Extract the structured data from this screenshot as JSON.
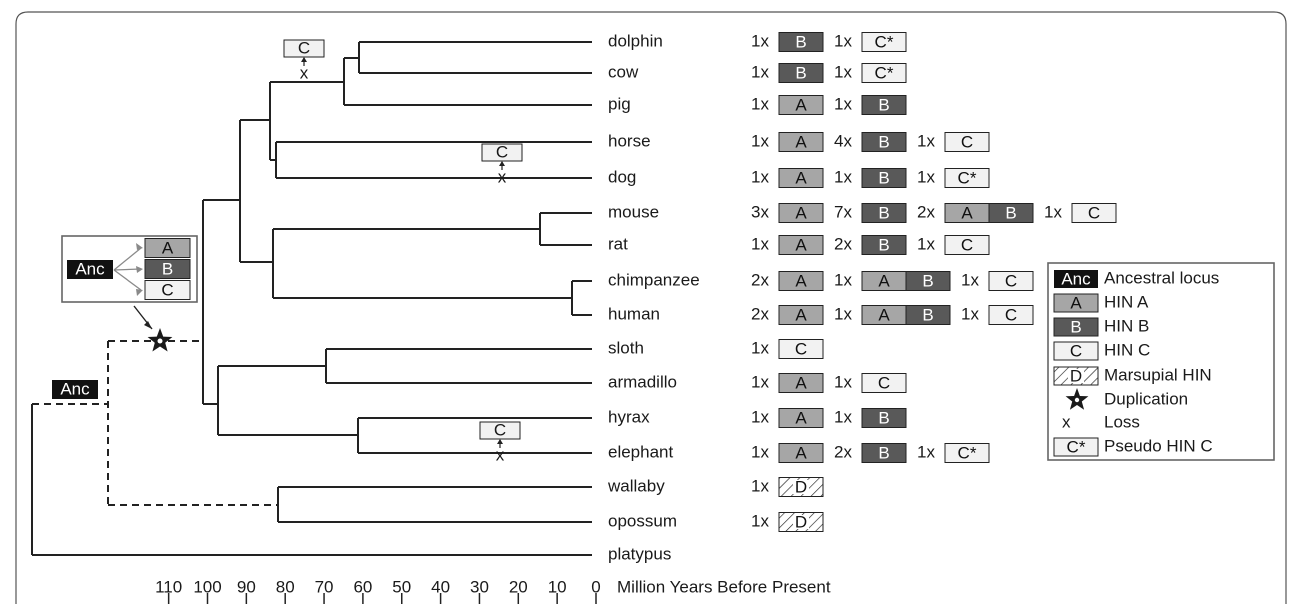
{
  "colors": {
    "A": "#a6a6a6",
    "B": "#595959",
    "C": "#f2f2f2",
    "anc": "#111111",
    "line": "#222222",
    "frame": "#555555"
  },
  "species": [
    {
      "name": "dolphin",
      "genes": [
        {
          "count": "1x",
          "boxes": [
            "B"
          ]
        },
        {
          "count": "1x",
          "boxes": [
            "C*"
          ]
        }
      ]
    },
    {
      "name": "cow",
      "genes": [
        {
          "count": "1x",
          "boxes": [
            "B"
          ]
        },
        {
          "count": "1x",
          "boxes": [
            "C*"
          ]
        }
      ]
    },
    {
      "name": "pig",
      "genes": [
        {
          "count": "1x",
          "boxes": [
            "A"
          ]
        },
        {
          "count": "1x",
          "boxes": [
            "B"
          ]
        }
      ]
    },
    {
      "name": "horse",
      "genes": [
        {
          "count": "1x",
          "boxes": [
            "A"
          ]
        },
        {
          "count": "4x",
          "boxes": [
            "B"
          ]
        },
        {
          "count": "1x",
          "boxes": [
            "C"
          ]
        }
      ]
    },
    {
      "name": "dog",
      "genes": [
        {
          "count": "1x",
          "boxes": [
            "A"
          ]
        },
        {
          "count": "1x",
          "boxes": [
            "B"
          ]
        },
        {
          "count": "1x",
          "boxes": [
            "C*"
          ]
        }
      ]
    },
    {
      "name": "mouse",
      "genes": [
        {
          "count": "3x",
          "boxes": [
            "A"
          ]
        },
        {
          "count": "7x",
          "boxes": [
            "B"
          ]
        },
        {
          "count": "2x",
          "boxes": [
            "A",
            "B"
          ]
        },
        {
          "count": "1x",
          "boxes": [
            "C"
          ]
        }
      ]
    },
    {
      "name": "rat",
      "genes": [
        {
          "count": "1x",
          "boxes": [
            "A"
          ]
        },
        {
          "count": "2x",
          "boxes": [
            "B"
          ]
        },
        {
          "count": "1x",
          "boxes": [
            "C"
          ]
        }
      ]
    },
    {
      "name": "chimpanzee",
      "genes": [
        {
          "count": "2x",
          "boxes": [
            "A"
          ]
        },
        {
          "count": "1x",
          "boxes": [
            "A",
            "B"
          ]
        },
        {
          "count": "1x",
          "boxes": [
            "C"
          ]
        }
      ]
    },
    {
      "name": "human",
      "genes": [
        {
          "count": "2x",
          "boxes": [
            "A"
          ]
        },
        {
          "count": "1x",
          "boxes": [
            "A",
            "B"
          ]
        },
        {
          "count": "1x",
          "boxes": [
            "C"
          ]
        }
      ]
    },
    {
      "name": "sloth",
      "genes": [
        {
          "count": "1x",
          "boxes": [
            "C"
          ]
        }
      ]
    },
    {
      "name": "armadillo",
      "genes": [
        {
          "count": "1x",
          "boxes": [
            "A"
          ]
        },
        {
          "count": "1x",
          "boxes": [
            "C"
          ]
        }
      ]
    },
    {
      "name": "hyrax",
      "genes": [
        {
          "count": "1x",
          "boxes": [
            "A"
          ]
        },
        {
          "count": "1x",
          "boxes": [
            "B"
          ]
        }
      ]
    },
    {
      "name": "elephant",
      "genes": [
        {
          "count": "1x",
          "boxes": [
            "A"
          ]
        },
        {
          "count": "2x",
          "boxes": [
            "B"
          ]
        },
        {
          "count": "1x",
          "boxes": [
            "C*"
          ]
        }
      ]
    },
    {
      "name": "wallaby",
      "genes": [
        {
          "count": "1x",
          "boxes": [
            "D"
          ]
        }
      ]
    },
    {
      "name": "opossum",
      "genes": [
        {
          "count": "1x",
          "boxes": [
            "D"
          ]
        }
      ]
    },
    {
      "name": "platypus",
      "genes": []
    }
  ],
  "loss_events": [
    {
      "gene": "C",
      "symbol": "x",
      "branch": "dolphin-cow"
    },
    {
      "gene": "C",
      "symbol": "x",
      "branch": "dog"
    },
    {
      "gene": "C",
      "symbol": "x",
      "branch": "elephant"
    }
  ],
  "ancestral": {
    "label": "Anc",
    "inset_genes": [
      "A",
      "B",
      "C"
    ]
  },
  "axis": {
    "ticks": [
      110,
      100,
      90,
      80,
      70,
      60,
      50,
      40,
      30,
      20,
      10,
      0
    ],
    "label": "Million Years Before Present"
  },
  "legend": {
    "items": [
      {
        "key": "anc",
        "symbol": "Anc",
        "label": "Ancestral locus"
      },
      {
        "key": "A",
        "symbol": "A",
        "label": "HIN A"
      },
      {
        "key": "B",
        "symbol": "B",
        "label": "HIN B"
      },
      {
        "key": "C",
        "symbol": "C",
        "label": "HIN C"
      },
      {
        "key": "D",
        "symbol": "D",
        "label": "Marsupial HIN"
      },
      {
        "key": "dup",
        "symbol": "",
        "label": "Duplication"
      },
      {
        "key": "loss",
        "symbol": "x",
        "label": "Loss"
      },
      {
        "key": "Cp",
        "symbol": "C*",
        "label": "Pseudo HIN C"
      }
    ]
  }
}
